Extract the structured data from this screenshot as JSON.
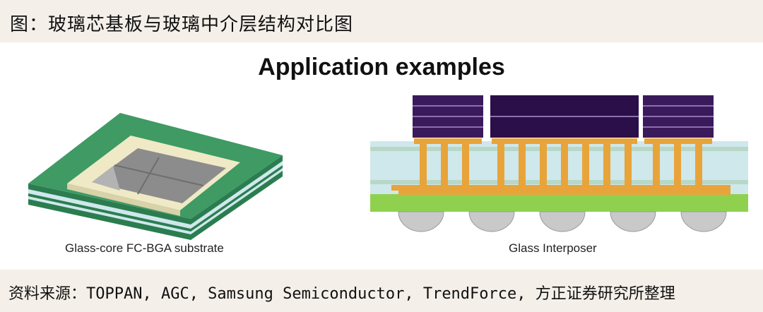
{
  "figure": {
    "title": "图：玻璃芯基板与玻璃中介层结构对比图",
    "heading": "Application examples",
    "left_caption": "Glass-core FC-BGA substrate",
    "right_caption": "Glass Interposer",
    "source": "资料来源：TOPPAN, AGC, Samsung Semiconductor, TrendForce, 方正证券研究所整理"
  },
  "colors": {
    "header_bg": "#f4efe9",
    "substrate_green": "#2f8a57",
    "core_cream": "#efe9c6",
    "chip_gray": "#8c8c8c",
    "glass_blue": "#cfe8ec",
    "die_purple": "#3b1a5c",
    "bump_orange": "#e8a43a",
    "pcb_green": "#8fd14f",
    "solder_gray": "#c9c9c9"
  }
}
